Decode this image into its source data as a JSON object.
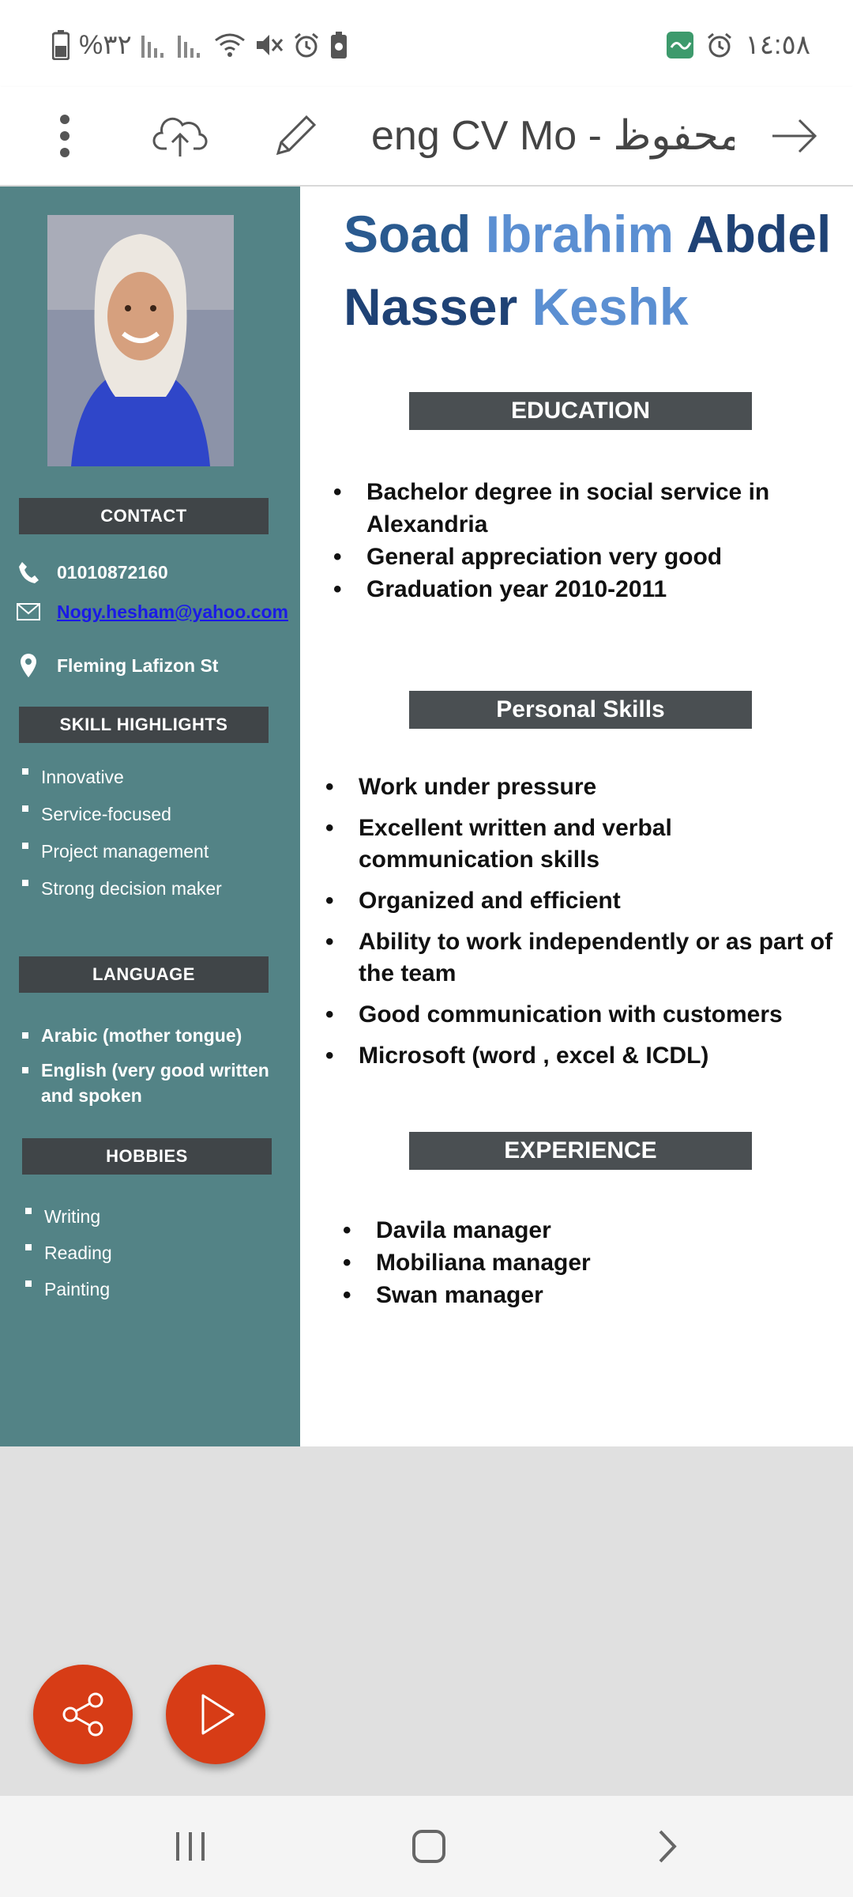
{
  "status_bar": {
    "battery_percent": "%٣٢",
    "time": "١٤:٥٨"
  },
  "toolbar": {
    "title": "eng CV Mo - محفوظ"
  },
  "resume": {
    "name_parts": [
      "Soad",
      "Ibrahim",
      "Abdel",
      "Nasser",
      "Keshk"
    ],
    "sidebar": {
      "contact_heading": "CONTACT",
      "phone": "01010872160",
      "email": "Nogy.hesham@yahoo.com",
      "address": "Fleming Lafizon St",
      "skills_heading": "SKILL HIGHLIGHTS",
      "skills": [
        "Innovative",
        "Service-focused",
        "Project management",
        "Strong decision maker"
      ],
      "language_heading": "LANGUAGE",
      "languages": [
        "Arabic (mother tongue)",
        "English (very good written and spoken"
      ],
      "hobbies_heading": "HOBBIES",
      "hobbies": [
        "Writing",
        "Reading",
        "Painting"
      ]
    },
    "education_heading": "EDUCATION",
    "education": [
      "Bachelor degree in social service in Alexandria",
      "General appreciation very good",
      "Graduation year 2010-2011"
    ],
    "personal_skills_heading": "Personal Skills",
    "personal_skills": [
      "Work under pressure",
      "Excellent written and verbal communication skills",
      "Organized and efficient",
      "Ability to work independently or as part of the team",
      "Good communication with customers",
      "Microsoft (word , excel & ICDL)"
    ],
    "experience_heading": "EXPERIENCE",
    "experience": [
      "Davila manager",
      "Mobiliana manager",
      "Swan manager"
    ]
  },
  "colors": {
    "sidebar": "#538386",
    "section_header": "#4a4f52",
    "fab": "#d73c16",
    "name_dark": "#1f4275",
    "name_light": "#5b8fd2"
  }
}
